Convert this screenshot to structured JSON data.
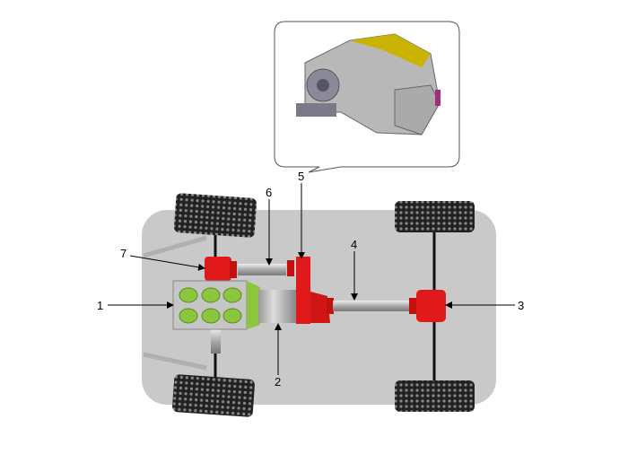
{
  "callouts": [
    {
      "number": "1",
      "part": "engine"
    },
    {
      "number": "2",
      "part": "transmission"
    },
    {
      "number": "3",
      "part": "rear-differential"
    },
    {
      "number": "4",
      "part": "rear-propeller-shaft"
    },
    {
      "number": "5",
      "part": "transfer-case"
    },
    {
      "number": "6",
      "part": "front-propeller-shaft"
    },
    {
      "number": "7",
      "part": "front-differential"
    }
  ],
  "colors": {
    "chassis": "#c8c8c8",
    "drivetrain_red": "#e01a1a",
    "engine_green": "#8cc63f",
    "shaft_gray": "#b5b5b5"
  }
}
